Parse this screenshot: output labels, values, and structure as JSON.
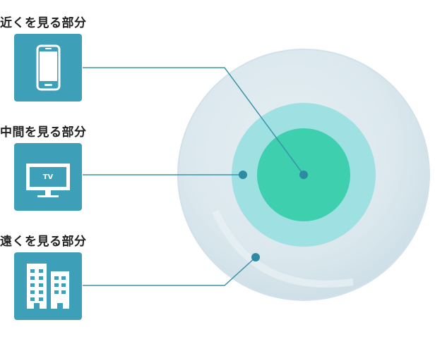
{
  "sections": [
    {
      "label": "近くを見る部分",
      "icon": "smartphone-icon"
    },
    {
      "label": "中間を見る部分",
      "icon": "tv-icon",
      "icon_text": "TV"
    },
    {
      "label": "遠くを見る部分",
      "icon": "buildings-icon"
    }
  ],
  "colors": {
    "tile": "#3e9fb8",
    "lens_outer": "#dbe8ee",
    "lens_middle": "#9fe0e3",
    "lens_inner": "#3dcfae",
    "connector": "#3a93a9",
    "dot": "#2e8aa2",
    "label_text": "#222222"
  }
}
